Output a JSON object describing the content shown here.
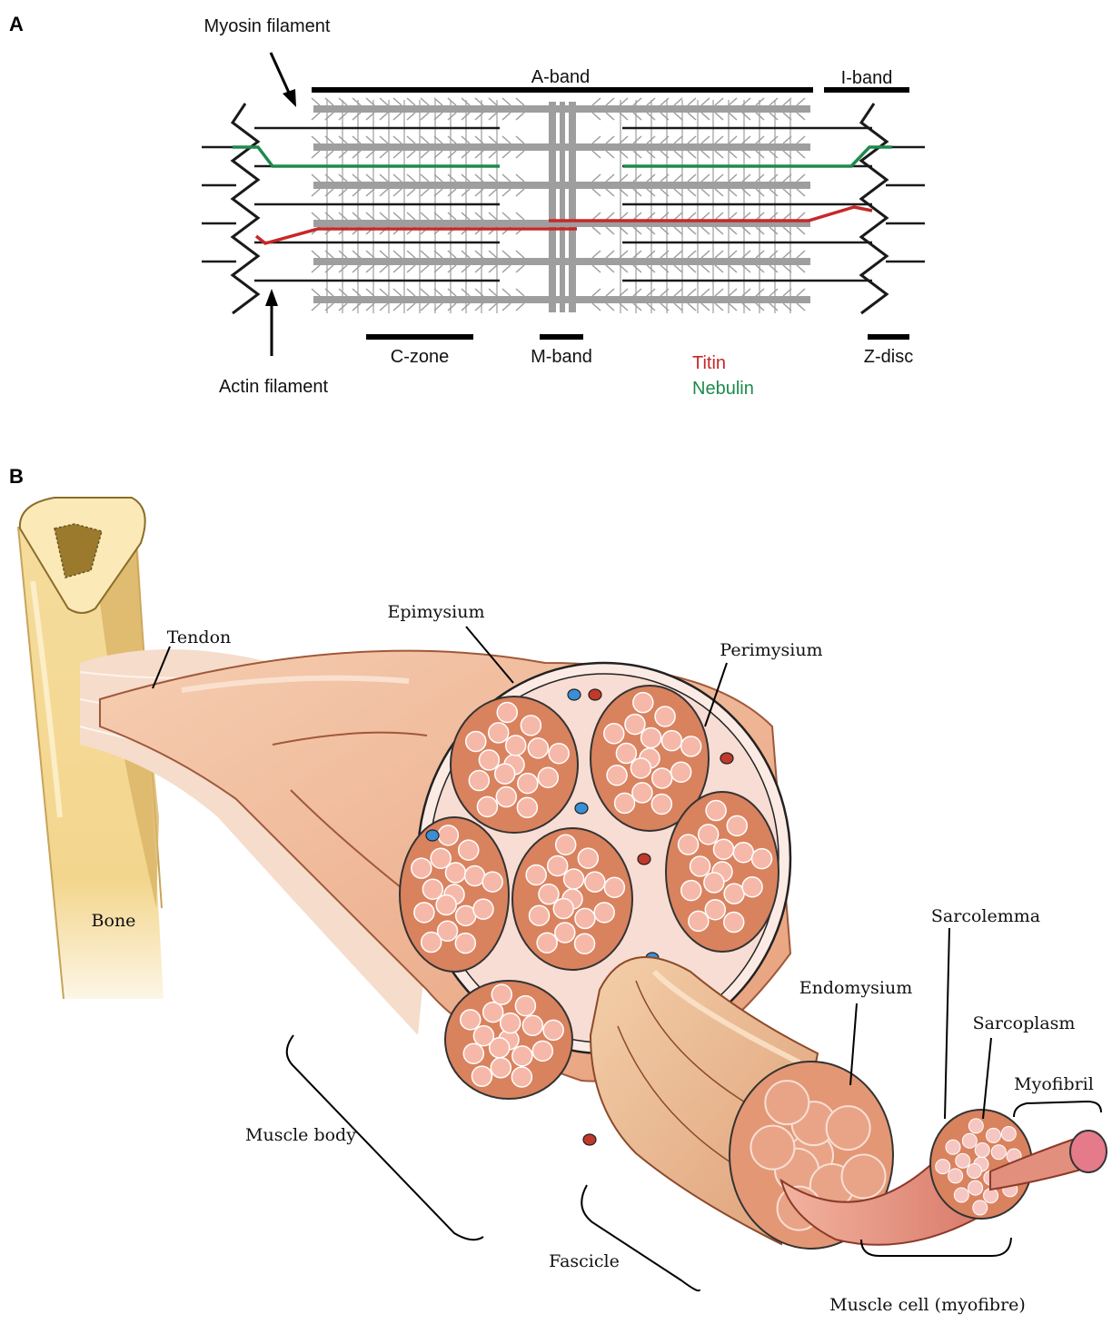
{
  "panel_a": {
    "letter": "A",
    "labels": {
      "myosin": "Myosin filament",
      "actin": "Actin filament",
      "a_band": "A-band",
      "i_band": "I-band",
      "c_zone": "C-zone",
      "m_band": "M-band",
      "z_disc": "Z-disc"
    },
    "legend": [
      {
        "name": "Titin",
        "color": "#c62828"
      },
      {
        "name": "Nebulin",
        "color": "#1e8a4c"
      }
    ],
    "colors": {
      "myosin": "#9e9e9e",
      "actin": "#1a1a1a"
    }
  },
  "panel_b": {
    "letter": "B",
    "labels": {
      "bone": "Bone",
      "tendon": "Tendon",
      "epimysium": "Epimysium",
      "perimysium": "Perimysium",
      "endomysium": "Endomysium",
      "sarcolemma": "Sarcolemma",
      "sarcoplasm": "Sarcoplasm",
      "myofibril": "Myofibril",
      "muscle_body": "Muscle body",
      "fascicle": "Fascicle",
      "muscle_cell": "Muscle cell (myofibre)"
    },
    "colors": {
      "bone": "#f2d58a",
      "muscle": "#efb592",
      "fascicle": "#d9825e",
      "fibre": "#f6b8a8"
    }
  }
}
